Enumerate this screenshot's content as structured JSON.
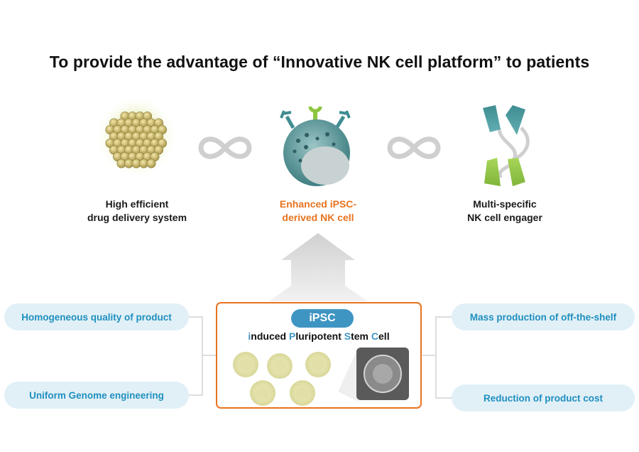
{
  "title": "To provide the advantage of “Innovative NK cell platform” to patients",
  "platforms": {
    "left": {
      "line1": "High efficient",
      "line2": "drug delivery system"
    },
    "center": {
      "line1": "Enhanced iPSC-",
      "line2": "derived NK cell"
    },
    "right": {
      "line1": "Multi-specific",
      "line2": "NK cell engager"
    }
  },
  "ipsc": {
    "badge": "iPSC",
    "full_name_parts": [
      "i",
      "nduced ",
      "P",
      "luripotent ",
      "S",
      "tem ",
      "C",
      "ell"
    ]
  },
  "benefits": {
    "left_top": "Homogeneous quality of product",
    "left_bottom": "Uniform Genome engineering",
    "right_top": "Mass production of off-the-shelf",
    "right_bottom": "Reduction of product cost"
  },
  "colors": {
    "accent_orange": "#e8731f",
    "accent_blue": "#3f95c2",
    "pill_bg": "#e1f0f6",
    "pill_text": "#1f8fbf"
  },
  "icons": [
    "nanoparticle-sphere-icon",
    "infinity-icon",
    "nk-cell-icon",
    "nk-cell-engager-icon",
    "up-arrow-icon",
    "ipsc-cell-icon",
    "ipsc-colony-micrograph-icon"
  ]
}
